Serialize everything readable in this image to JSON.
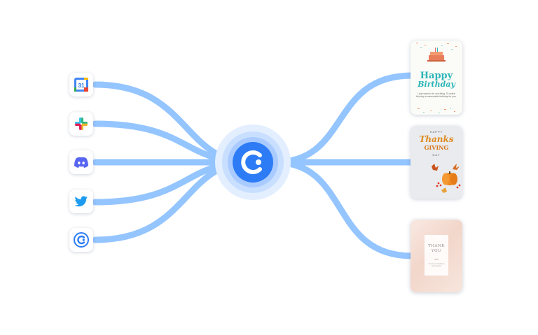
{
  "hub": {
    "icon": "calendar-app-logo-icon",
    "color": "#2d7cf6"
  },
  "colors": {
    "link": "#8fc2ff",
    "hub": "#2d7cf6",
    "halo": "#dceaff"
  },
  "sources": [
    {
      "name": "google-calendar",
      "icon": "google-calendar-icon",
      "label": "31"
    },
    {
      "name": "slack",
      "icon": "slack-icon"
    },
    {
      "name": "discord",
      "icon": "discord-icon"
    },
    {
      "name": "twitter",
      "icon": "twitter-bird-icon"
    },
    {
      "name": "calendar-app",
      "icon": "calendar-app-logo-icon"
    }
  ],
  "cards": {
    "birthday": {
      "title_line1": "Happy",
      "title_line2": "Birthday",
      "note": "I just want to do one thing. To make this day a memorable birthday for you."
    },
    "thanksgiving": {
      "top": "HAPPY",
      "line1": "Thanks",
      "line2": "GIVING",
      "bottom": "DAY"
    },
    "thankyou": {
      "line1": "THANK",
      "line2": "YOU",
      "sub": "for all your kindness and support"
    }
  }
}
